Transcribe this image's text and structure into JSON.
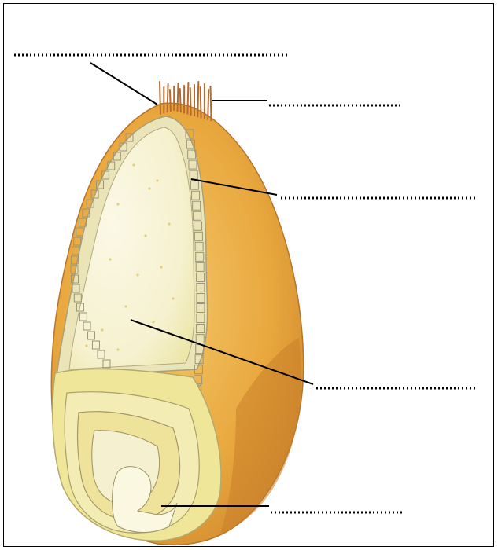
{
  "diagram": {
    "type": "labelled-illustration",
    "subject_icon": "cereal-grain-cross-section-illustration",
    "labels": [
      {
        "id": "label-1",
        "text": ""
      },
      {
        "id": "label-2",
        "text": ""
      },
      {
        "id": "label-3",
        "text": ""
      },
      {
        "id": "label-4",
        "text": ""
      },
      {
        "id": "label-5",
        "text": ""
      }
    ],
    "colors": {
      "outer_coat": "#e9a83e",
      "outer_coat_dark": "#c9802a",
      "endosperm": "#f6f1cf",
      "embryo": "#efe69a",
      "aleurone_layer": "#c8c49a",
      "hairs": "#b86a2e",
      "leader_line": "#000000"
    }
  }
}
